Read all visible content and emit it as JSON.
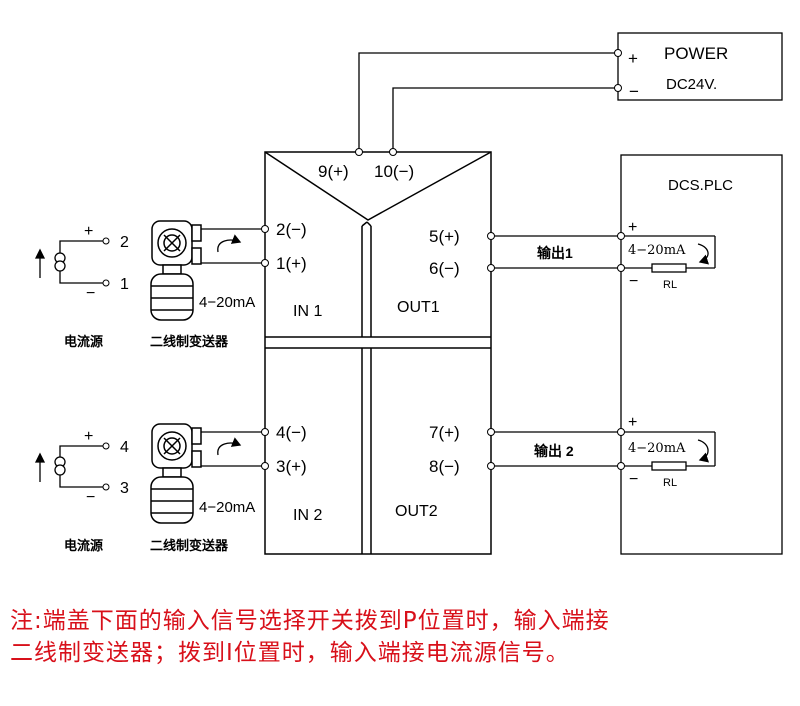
{
  "power": {
    "title": "POWER",
    "voltage": "DC24V.",
    "plus": "+",
    "minus": "−"
  },
  "module": {
    "top_terminals": [
      "9(+)",
      "10(−)"
    ],
    "in1": {
      "label": "IN 1",
      "terminals": [
        "2(−)",
        "1(+)"
      ]
    },
    "in2": {
      "label": "IN 2",
      "terminals": [
        "4(−)",
        "3(+)"
      ]
    },
    "out1": {
      "label": "OUT1",
      "terminals": [
        "5(+)",
        "6(−)"
      ]
    },
    "out2": {
      "label": "OUT2",
      "terminals": [
        "7(+)",
        "8(−)"
      ]
    }
  },
  "dcs": {
    "title": "DCS.PLC",
    "ch1": {
      "plus": "+",
      "minus": "−",
      "current": "4−20mA",
      "load": "RL"
    },
    "ch2": {
      "plus": "+",
      "minus": "−",
      "current": "4−20mA",
      "load": "RL"
    }
  },
  "wires": {
    "output1": "输出1",
    "output2": "输出 2"
  },
  "sources": {
    "s1": {
      "plus": "+",
      "minus": "−",
      "t_plus": "2",
      "t_minus": "1",
      "label": "电流源"
    },
    "s2": {
      "plus": "+",
      "minus": "−",
      "t_plus": "4",
      "t_minus": "3",
      "label": "电流源"
    }
  },
  "transmitters": {
    "t1": {
      "current": "4−20mA",
      "label": "二线制变送器"
    },
    "t2": {
      "current": "4−20mA",
      "label": "二线制变送器"
    }
  },
  "note": {
    "line1": "注:端盖下面的输入信号选择开关拨到P位置时，输入端接",
    "line2": "二线制变送器；拨到I位置时，输入端接电流源信号。"
  },
  "colors": {
    "note": "#d8101a",
    "lines": "#000000"
  }
}
